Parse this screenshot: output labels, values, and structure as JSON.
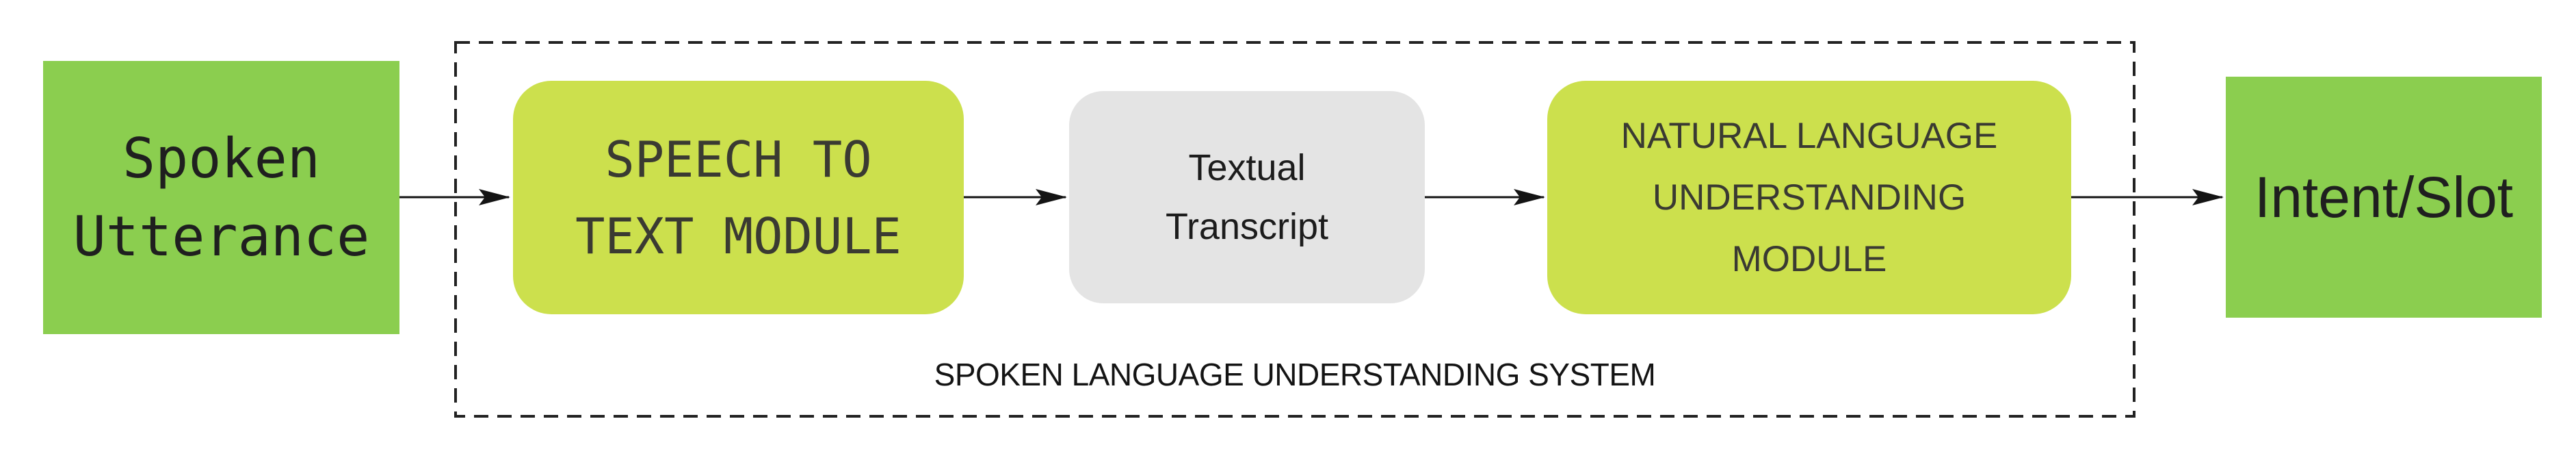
{
  "diagram_title": "SPOKEN LANGUAGE UNDERSTANDING SYSTEM",
  "nodes": {
    "spoken_utterance": {
      "lines": [
        "Spoken",
        "Utterance"
      ]
    },
    "speech_to_text": {
      "lines": [
        "SPEECH TO",
        "TEXT MODULE"
      ]
    },
    "textual_transcript": {
      "lines": [
        "Textual",
        "Transcript"
      ]
    },
    "nlu": {
      "lines": [
        "NATURAL LANGUAGE",
        "UNDERSTANDING",
        "MODULE"
      ]
    },
    "intent_slot": {
      "label": "Intent/Slot"
    }
  },
  "container": {
    "caption": "SPOKEN LANGUAGE UNDERSTANDING SYSTEM",
    "border_style": "dashed"
  },
  "flow": [
    "Spoken Utterance -> SPEECH TO TEXT MODULE",
    "SPEECH TO TEXT MODULE -> Textual Transcript",
    "Textual Transcript -> NATURAL LANGUAGE UNDERSTANDING MODULE",
    "NATURAL LANGUAGE UNDERSTANDING MODULE -> Intent/Slot"
  ],
  "colors": {
    "terminal_green": "#8bce4f",
    "module_lime": "#cce04d",
    "intermediate_gray": "#e4e4e4",
    "text_dark": "#1f1f1f",
    "module_text": "#3a3a32",
    "line_black": "#141414",
    "background": "#ffffff"
  }
}
